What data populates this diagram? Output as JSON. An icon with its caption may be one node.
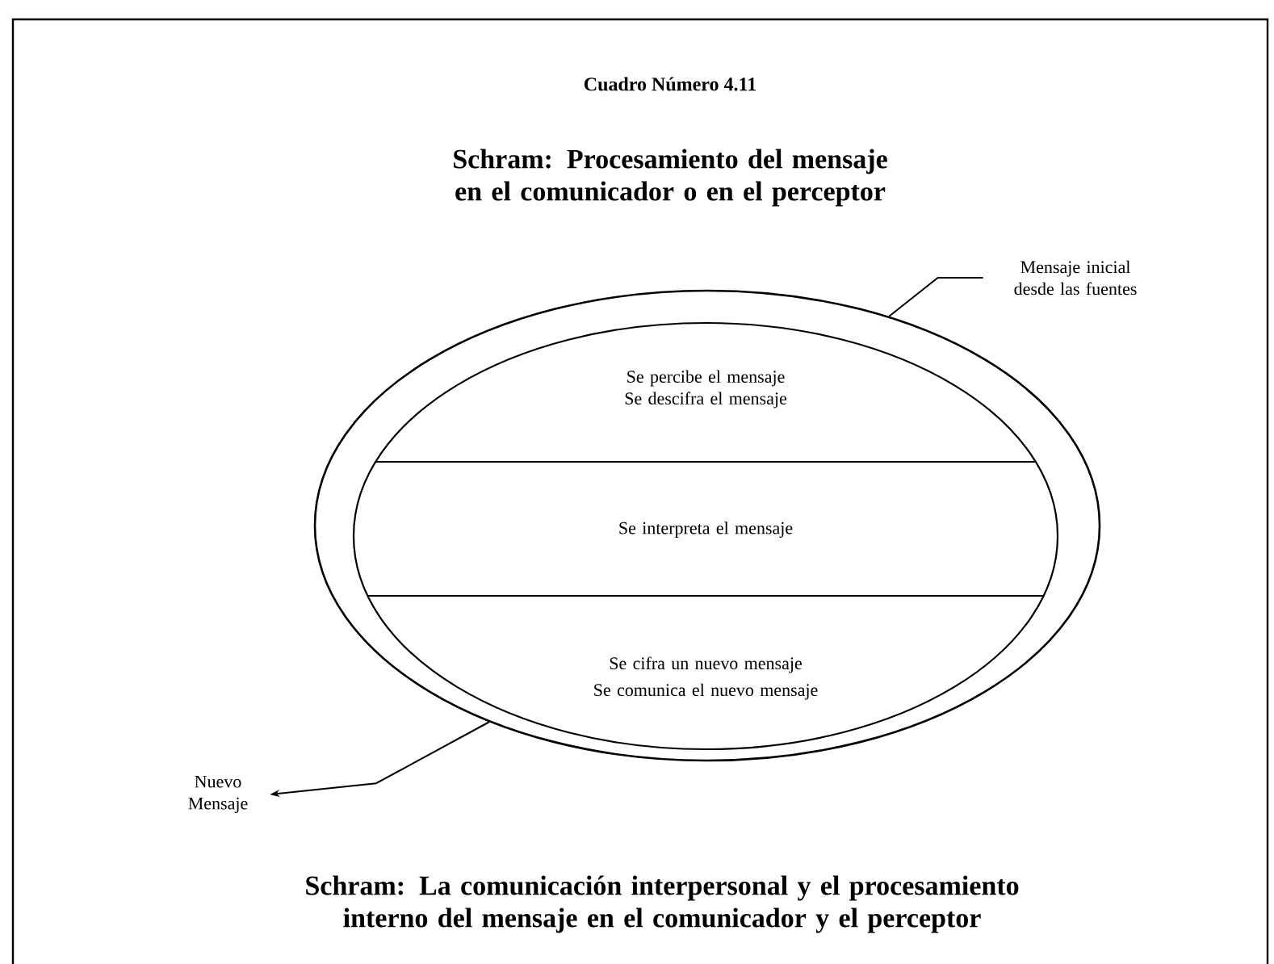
{
  "diagram": {
    "title": "Schram: Procesamiento del mensaje en el comunicador o en el perceptor",
    "caption": "Schram: La comunicación interpersonal y el procesamiento interno del mensaje en el comunicador y el perceptor",
    "nodes": [
      {
        "text": [],
        "shape": "ellipse"
      },
      {
        "text": [],
        "shape": "ellipse",
        "in": 0
      },
      {
        "text": [
          "Se percibe el mensaje",
          "Se descifra el mensaje"
        ],
        "in": 1
      },
      {
        "text": [
          "Se interpreta el mensaje"
        ],
        "in": 1
      },
      {
        "text": [
          "Se cifra un nuevo mensaje",
          "Se comunica el nuevo mensaje"
        ],
        "in": 1
      },
      {
        "text": [
          "Mensaje inicial desde las fuentes"
        ]
      },
      {
        "text": [
          "Nuevo Mensaje"
        ]
      }
    ],
    "edges": [
      {
        "from": 5,
        "to": 0,
        "arrow": "none"
      },
      {
        "from": 0,
        "to": 6,
        "arrow": "to"
      }
    ],
    "labels": [
      "Cuadro Número 4.11"
    ]
  }
}
